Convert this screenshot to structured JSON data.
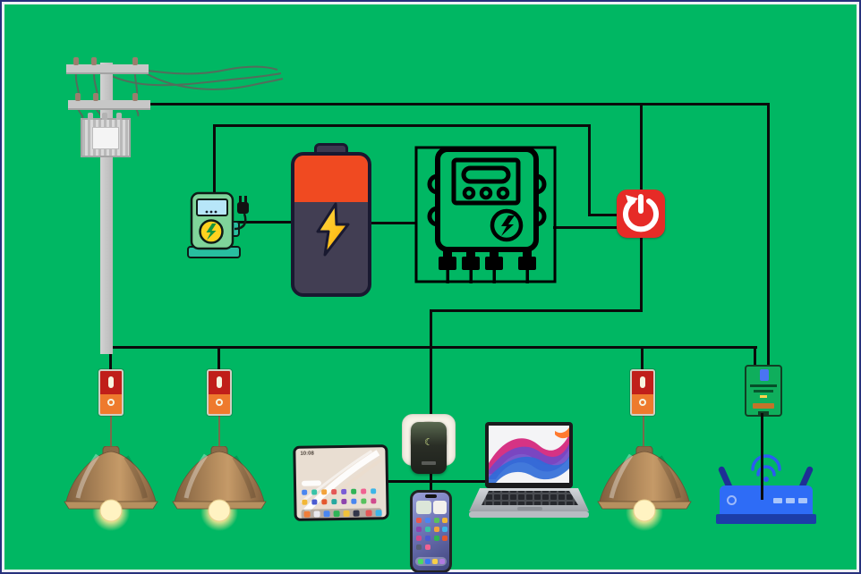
{
  "colors": {
    "background_green": "#00b763",
    "frame_border_navy": "#27317c",
    "frame_margin_white": "#eef0f5",
    "wire_black": "#0b0b0b",
    "battery_body": "#423e53",
    "battery_top_band": "#f04a21",
    "bolt_yellow": "#ffc31e",
    "power_button_red": "#e62b27",
    "switch_red": "#c01f1a",
    "switch_orange": "#ee7a2d",
    "lamp_shade_brown": "#b68d5e",
    "lamp_glow": "#ffe896",
    "ev_charger_green": "#7fd49a",
    "ev_screen_blue": "#b7e6f9",
    "router_blue": "#2e6cf6",
    "router_base_blue": "#1c3da8",
    "adapter_green": "#0fae5c",
    "adapter_orange_bar": "#c4732a",
    "pole_gray": "#c7c7c7"
  },
  "icons": {
    "power_icon": "restart-power-symbol",
    "bolt_icon": "lightning-bolt",
    "wifi_icon": "wifi-arcs",
    "moon_icon": "☾",
    "plug_icon": "two-prong-plug",
    "switch_on_mark": "I",
    "switch_off_mark": "O"
  },
  "tablet": {
    "time": "10:08"
  }
}
